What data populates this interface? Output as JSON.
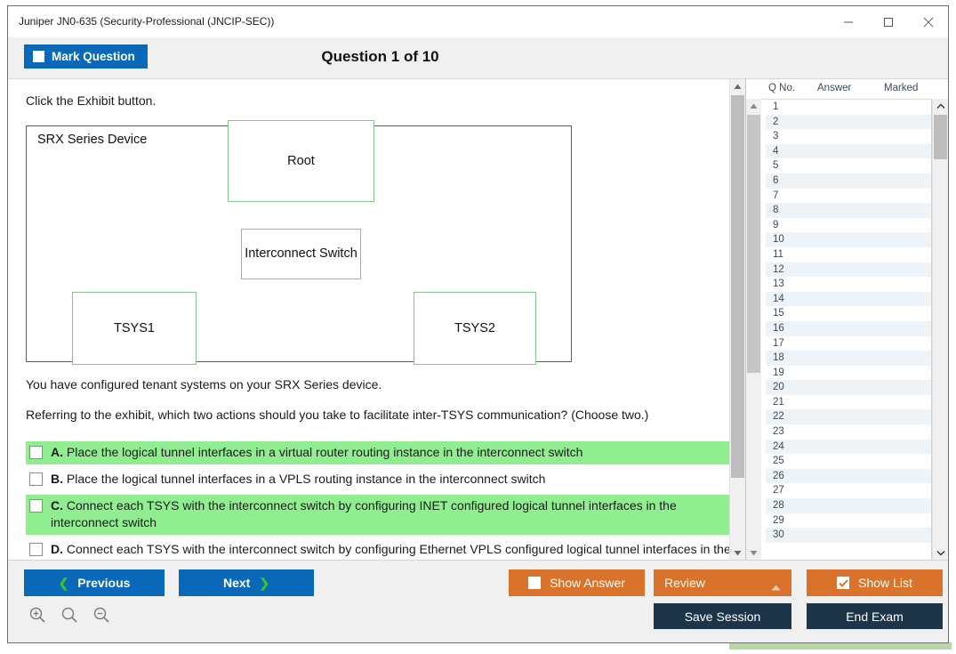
{
  "window": {
    "title": "Juniper JN0-635 (Security-Professional (JNCIP-SEC))",
    "controls": {
      "minimize": "minimize-icon",
      "maximize": "maximize-icon",
      "close": "close-icon"
    }
  },
  "header": {
    "mark_question_label": "Mark Question",
    "question_title": "Question 1 of 10"
  },
  "content": {
    "lead_text": "Click the Exhibit button.",
    "exhibit": {
      "outer_label": "SRX Series Device",
      "boxes": [
        {
          "id": "root",
          "label": "Root"
        },
        {
          "id": "interconnect-switch",
          "label": "Interconnect Switch"
        },
        {
          "id": "tsys1",
          "label": "TSYS1"
        },
        {
          "id": "tsys2",
          "label": "TSYS2"
        }
      ],
      "border_color": "#86c68c"
    },
    "question_lines": [
      "You have configured tenant systems on your SRX Series device.",
      "Referring to the exhibit, which two actions should you take to facilitate inter-TSYS communication? (Choose two.)"
    ],
    "options": [
      {
        "letter": "A.",
        "text": "Place the logical tunnel interfaces in a virtual router routing instance in the interconnect switch",
        "highlighted": true,
        "checked": false
      },
      {
        "letter": "B.",
        "text": "Place the logical tunnel interfaces in a VPLS routing instance in the interconnect switch",
        "highlighted": false,
        "checked": false
      },
      {
        "letter": "C.",
        "text": "Connect each TSYS with the interconnect switch by configuring INET configured logical tunnel interfaces in the interconnect switch",
        "highlighted": true,
        "checked": false
      },
      {
        "letter": "D.",
        "text": "Connect each TSYS with the interconnect switch by configuring Ethernet VPLS configured logical tunnel interfaces in the interconnect switch",
        "highlighted": false,
        "checked": false
      }
    ],
    "highlight_color": "#90ee90"
  },
  "list_panel": {
    "columns": [
      "Q No.",
      "Answer",
      "Marked"
    ],
    "rows": [
      {
        "q": "1",
        "answer": "",
        "marked": ""
      },
      {
        "q": "2",
        "answer": "",
        "marked": ""
      },
      {
        "q": "3",
        "answer": "",
        "marked": ""
      },
      {
        "q": "4",
        "answer": "",
        "marked": ""
      },
      {
        "q": "5",
        "answer": "",
        "marked": ""
      },
      {
        "q": "6",
        "answer": "",
        "marked": ""
      },
      {
        "q": "7",
        "answer": "",
        "marked": ""
      },
      {
        "q": "8",
        "answer": "",
        "marked": ""
      },
      {
        "q": "9",
        "answer": "",
        "marked": ""
      },
      {
        "q": "10",
        "answer": "",
        "marked": ""
      },
      {
        "q": "11",
        "answer": "",
        "marked": ""
      },
      {
        "q": "12",
        "answer": "",
        "marked": ""
      },
      {
        "q": "13",
        "answer": "",
        "marked": ""
      },
      {
        "q": "14",
        "answer": "",
        "marked": ""
      },
      {
        "q": "15",
        "answer": "",
        "marked": ""
      },
      {
        "q": "16",
        "answer": "",
        "marked": ""
      },
      {
        "q": "17",
        "answer": "",
        "marked": ""
      },
      {
        "q": "18",
        "answer": "",
        "marked": ""
      },
      {
        "q": "19",
        "answer": "",
        "marked": ""
      },
      {
        "q": "20",
        "answer": "",
        "marked": ""
      },
      {
        "q": "21",
        "answer": "",
        "marked": ""
      },
      {
        "q": "22",
        "answer": "",
        "marked": ""
      },
      {
        "q": "23",
        "answer": "",
        "marked": ""
      },
      {
        "q": "24",
        "answer": "",
        "marked": ""
      },
      {
        "q": "25",
        "answer": "",
        "marked": ""
      },
      {
        "q": "26",
        "answer": "",
        "marked": ""
      },
      {
        "q": "27",
        "answer": "",
        "marked": ""
      },
      {
        "q": "28",
        "answer": "",
        "marked": ""
      },
      {
        "q": "29",
        "answer": "",
        "marked": ""
      },
      {
        "q": "30",
        "answer": "",
        "marked": ""
      }
    ]
  },
  "footer": {
    "previous_label": "Previous",
    "next_label": "Next",
    "show_answer_label": "Show Answer",
    "show_answer_checked": false,
    "review_label": "Review",
    "show_list_label": "Show List",
    "show_list_checked": true,
    "save_session_label": "Save Session",
    "end_exam_label": "End Exam",
    "zoom_icons": [
      "zoom-in-icon",
      "zoom-reset-icon",
      "zoom-out-icon"
    ],
    "colors": {
      "primary_blue": "#0a68b8",
      "orange": "#d9722a",
      "navy": "#1d3449",
      "chevron_green": "#3dbf2e"
    }
  }
}
